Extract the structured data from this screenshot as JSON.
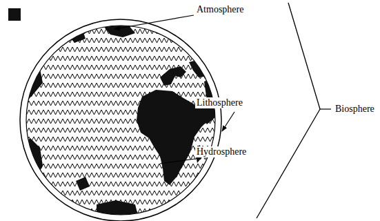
{
  "diagram": {
    "labels": [
      "Atmosphere",
      "Lithosphere",
      "Hydrosphere",
      "Biosphere"
    ]
  }
}
